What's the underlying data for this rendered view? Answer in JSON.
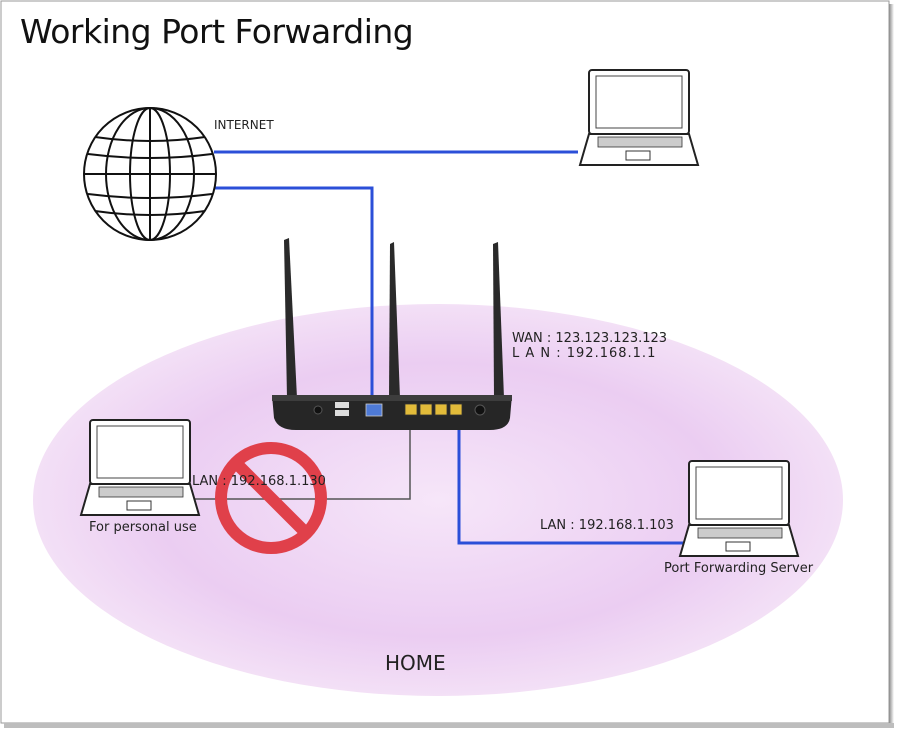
{
  "title": "Working Port Forwarding",
  "internet": {
    "label": "INTERNET"
  },
  "router": {
    "wan": "WAN : 123.123.123.123",
    "lan": "L A N : 192.168.1.1"
  },
  "personal_pc": {
    "lan": "LAN : 192.168.1.130",
    "caption": "For personal use"
  },
  "server_pc": {
    "lan": "LAN : 192.168.1.103",
    "caption": "Port Forwarding Server"
  },
  "home_label": "HOME",
  "colors": {
    "link": "#2b4fd8",
    "lan_cable": "#555555",
    "home_zone": "#e9c8f0",
    "prohibited": "#e0404a",
    "router_body": "#262626",
    "lan_ports": "#e2bb3a"
  },
  "icons": {
    "globe": "globe-icon",
    "laptop": "laptop-icon",
    "router": "router-icon",
    "blocked": "no-entry-icon"
  }
}
